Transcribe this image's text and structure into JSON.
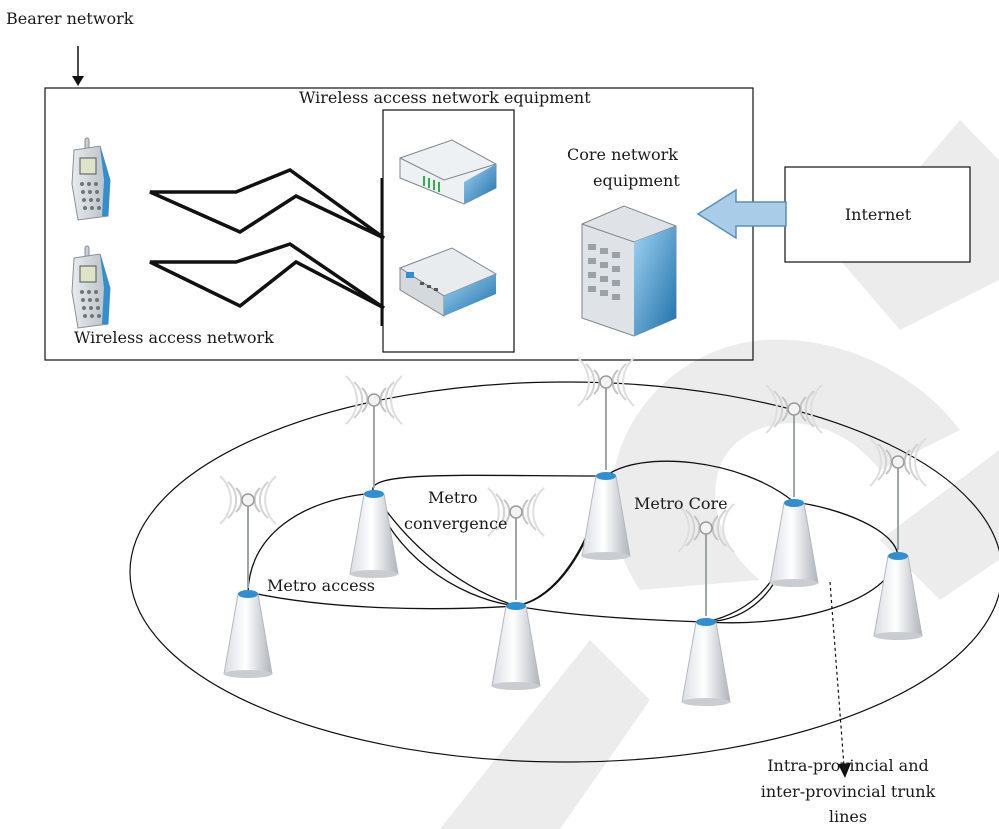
{
  "labels": {
    "bearer_network": "Bearer network",
    "wireless_access_equipment": "Wireless access network equipment",
    "core_line1": "Core network",
    "core_line2": "equipment",
    "internet": "Internet",
    "wireless_access_network": "Wireless access network",
    "metro_line1": "Metro",
    "metro_line2": "convergence",
    "metro_core": "Metro Core",
    "metro_access": "Metro access",
    "trunk_line1": "Intra-provincial and",
    "trunk_line2": "inter-provincial trunk",
    "trunk_line3": "lines"
  },
  "watermark": "RETRACTED",
  "colors": {
    "line": "#111111",
    "device_blue": "#2f8fd0",
    "arrow_fill": "#a9cde8",
    "arrow_stroke": "#5b8fb8",
    "watermark": "#e6e6e6"
  }
}
